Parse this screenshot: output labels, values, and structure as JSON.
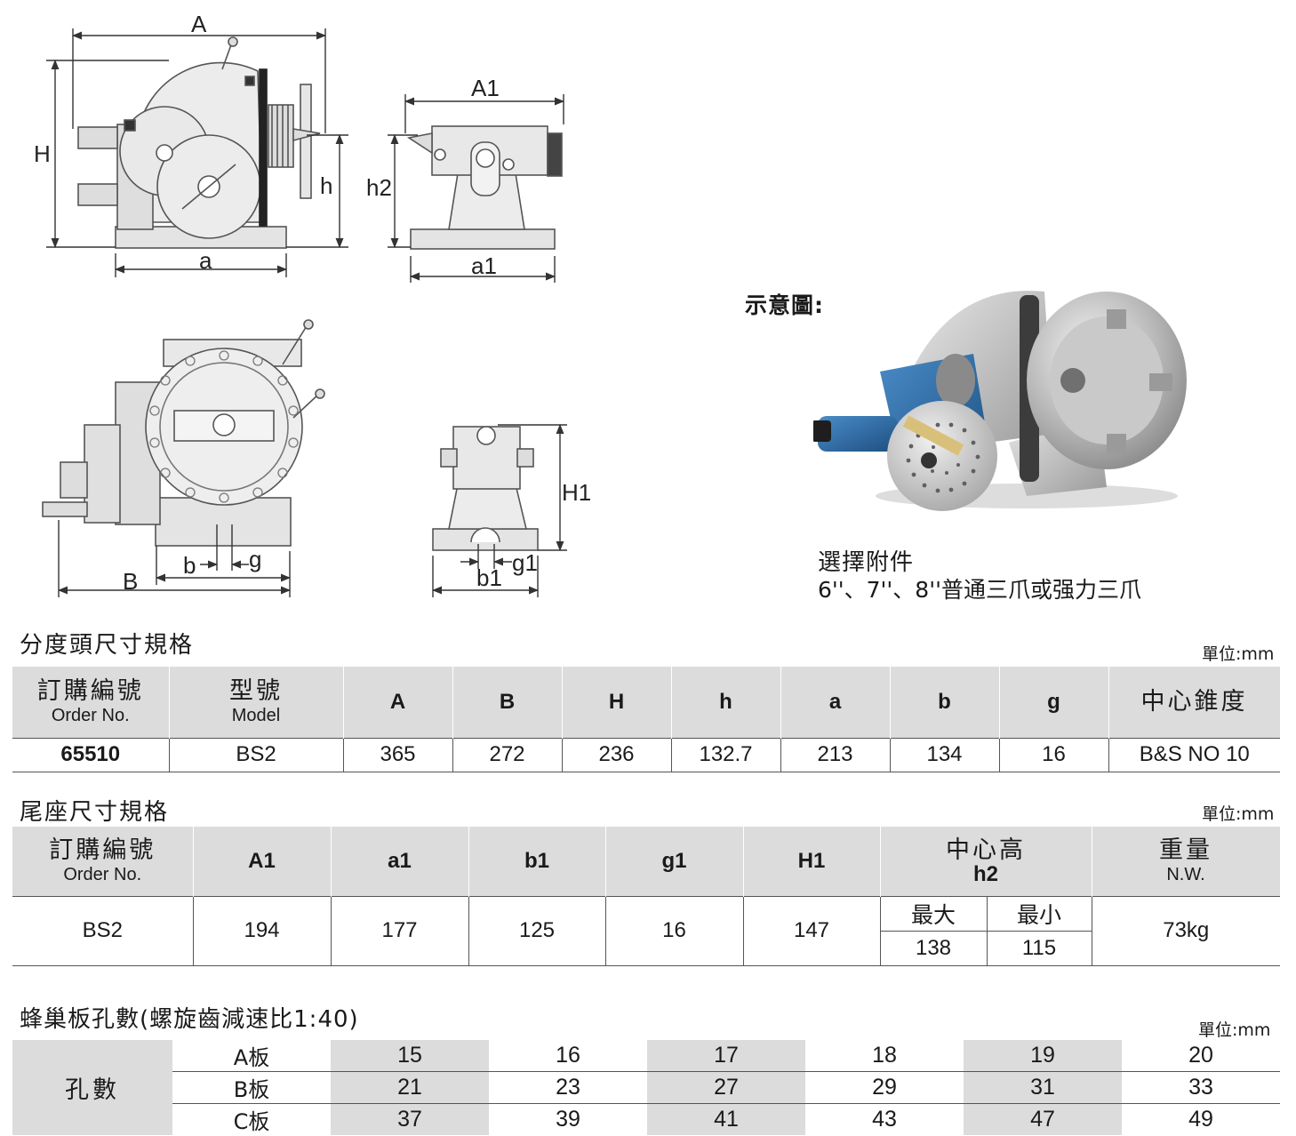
{
  "photo": {
    "label": "示意圖:",
    "accessory_title": "選擇附件",
    "accessory_desc": "6''、7''、8''普通三爪或强力三爪"
  },
  "drawing_labels": {
    "A": "A",
    "H": "H",
    "h": "h",
    "a": "a",
    "A1": "A1",
    "h2": "h2",
    "a1": "a1",
    "B": "B",
    "b": "b",
    "g": "g",
    "H1": "H1",
    "b1": "b1",
    "g1": "g1"
  },
  "head_spec": {
    "title": "分度頭尺寸規格",
    "unit": "單位:mm",
    "headers": {
      "order_zh": "訂購編號",
      "order_en": "Order No.",
      "model_zh": "型號",
      "model_en": "Model",
      "A": "A",
      "B": "B",
      "H": "H",
      "h": "h",
      "a": "a",
      "b": "b",
      "g": "g",
      "taper": "中心錐度"
    },
    "row": {
      "order": "65510",
      "model": "BS2",
      "A": "365",
      "B": "272",
      "H": "236",
      "h": "132.7",
      "a": "213",
      "b": "134",
      "g": "16",
      "taper": "B&S NO 10"
    }
  },
  "tail_spec": {
    "title": "尾座尺寸規格",
    "unit": "單位:mm",
    "headers": {
      "order_zh": "訂購編號",
      "order_en": "Order No.",
      "A1": "A1",
      "a1": "a1",
      "b1": "b1",
      "g1": "g1",
      "H1": "H1",
      "center_zh": "中心高",
      "center_en": "h2",
      "weight_zh": "重量",
      "weight_en": "N.W.",
      "max": "最大",
      "min": "最小"
    },
    "row": {
      "order": "BS2",
      "A1": "194",
      "a1": "177",
      "b1": "125",
      "g1": "16",
      "H1": "147",
      "h2_max": "138",
      "h2_min": "115",
      "weight": "73kg"
    }
  },
  "holes_spec": {
    "title": "蜂巢板孔數(螺旋齒減速比1:40)",
    "unit": "單位:mm",
    "label": "孔數",
    "plates": [
      {
        "name": "A板",
        "values": [
          "15",
          "16",
          "17",
          "18",
          "19",
          "20"
        ]
      },
      {
        "name": "B板",
        "values": [
          "21",
          "23",
          "27",
          "29",
          "31",
          "33"
        ]
      },
      {
        "name": "C板",
        "values": [
          "37",
          "39",
          "41",
          "43",
          "47",
          "49"
        ]
      }
    ]
  }
}
